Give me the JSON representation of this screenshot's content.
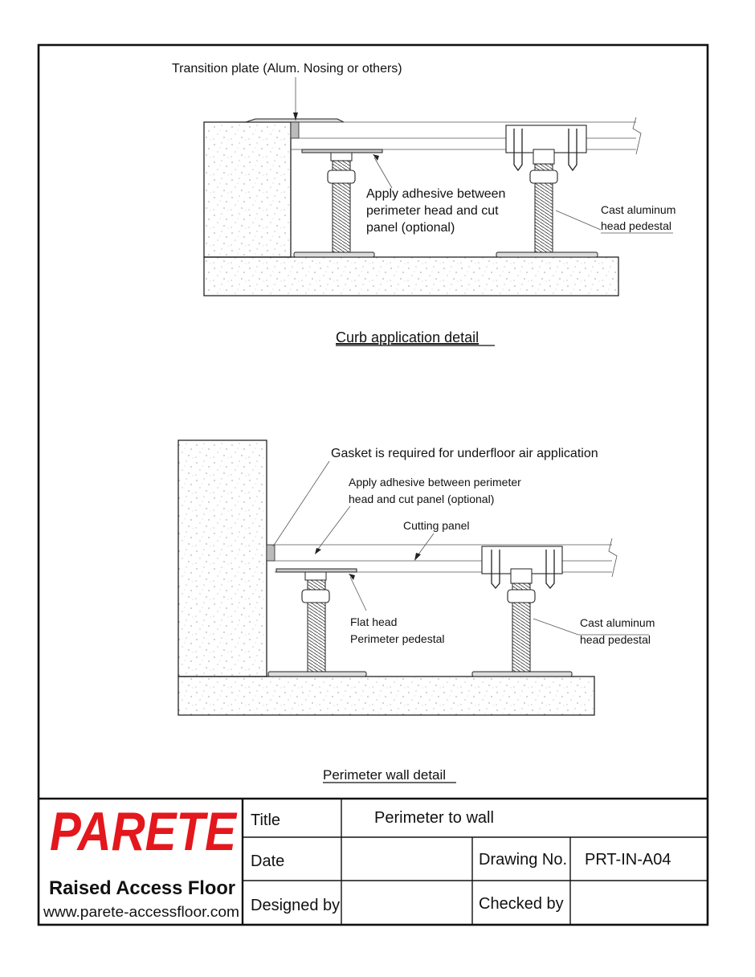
{
  "detail1": {
    "title": "Curb application detail",
    "label_transition": "Transition plate (Alum. Nosing or others)",
    "label_adhesive_1": "Apply adhesive between",
    "label_adhesive_2": "perimeter head and cut",
    "label_adhesive_3": "panel (optional)",
    "label_cast_1": "Cast  aluminum",
    "label_cast_2": "head  pedestal"
  },
  "detail2": {
    "title": "Perimeter  wall  detail",
    "label_gasket": "Gasket  is  required  for  underfloor  air  application",
    "label_adhesive_1": "Apply  adhesive  between  perimeter",
    "label_adhesive_2": "head  and  cut  panel  (optional)",
    "label_cutting": "Cutting  panel",
    "label_flat_1": "Flat  head",
    "label_flat_2": "Perimeter  pedestal",
    "label_cast_1": "Cast  aluminum",
    "label_cast_2": "head  pedestal"
  },
  "title_block": {
    "logo_text": "PARETE",
    "logo_color": "#e3171c",
    "company": "Raised Access Floor",
    "website": "www.parete-accessfloor.com",
    "title_label": "Title",
    "title_value": "Perimeter to wall",
    "date_label": "Date",
    "date_value": "",
    "drawing_no_label": "Drawing No.",
    "drawing_no_value": "PRT-IN-A04",
    "designed_by_label": "Designed by",
    "designed_by_value": "",
    "checked_by_label": "Checked by",
    "checked_by_value": ""
  }
}
